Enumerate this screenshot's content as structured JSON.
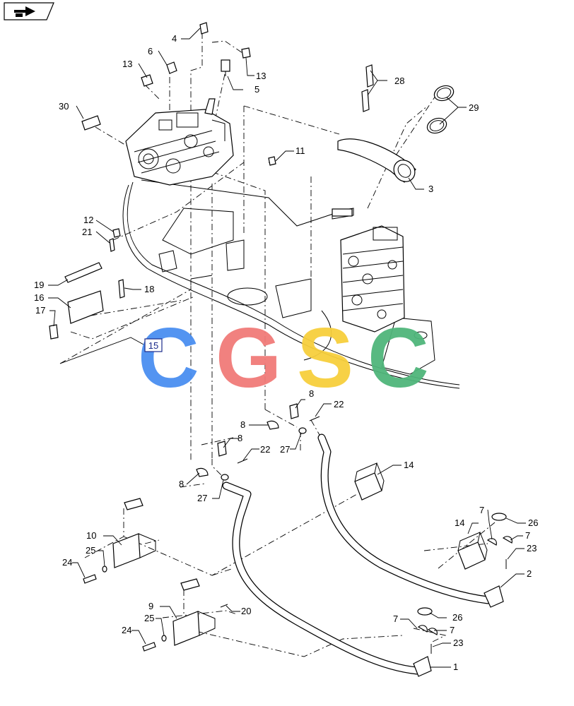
{
  "watermark": {
    "letters": [
      "C",
      "G",
      "S",
      "C"
    ],
    "colors": [
      "#4a8ef0",
      "#f07a78",
      "#f7cf3c",
      "#4fb57a"
    ]
  },
  "nav_icon": "forward-arrow-icon",
  "colors": {
    "line": "#000000",
    "box_label": "#1a2a8a"
  },
  "callouts": {
    "c1": "1",
    "c2": "2",
    "c3": "3",
    "c4": "4",
    "c5": "5",
    "c6": "6",
    "c7a": "7",
    "c7b": "7",
    "c7c": "7",
    "c7d": "7",
    "c8a": "8",
    "c8b": "8",
    "c8c": "8",
    "c8d": "8",
    "c9": "9",
    "c10": "10",
    "c11": "11",
    "c12": "12",
    "c13a": "13",
    "c13b": "13",
    "c14a": "14",
    "c14b": "14",
    "c15": "15",
    "c16": "16",
    "c17": "17",
    "c18": "18",
    "c19": "19",
    "c20": "20",
    "c21": "21",
    "c22a": "22",
    "c22b": "22",
    "c23a": "23",
    "c23b": "23",
    "c24a": "24",
    "c24b": "24",
    "c25a": "25",
    "c25b": "25",
    "c26a": "26",
    "c26b": "26",
    "c27a": "27",
    "c27b": "27",
    "c28": "28",
    "c29": "29",
    "c30": "30"
  }
}
